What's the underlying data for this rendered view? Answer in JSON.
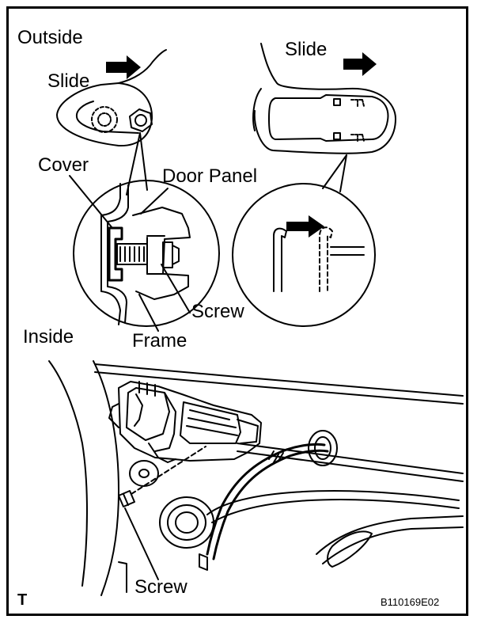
{
  "labels": {
    "outside": "Outside",
    "inside": "Inside",
    "slide_left": "Slide",
    "slide_right": "Slide",
    "cover": "Cover",
    "door_panel": "Door Panel",
    "screw_detail": "Screw",
    "frame": "Frame",
    "screw_bottom": "Screw",
    "corner_tag": "T",
    "figure_code": "B110169E02"
  },
  "colors": {
    "line": "#000000",
    "background": "#ffffff"
  }
}
